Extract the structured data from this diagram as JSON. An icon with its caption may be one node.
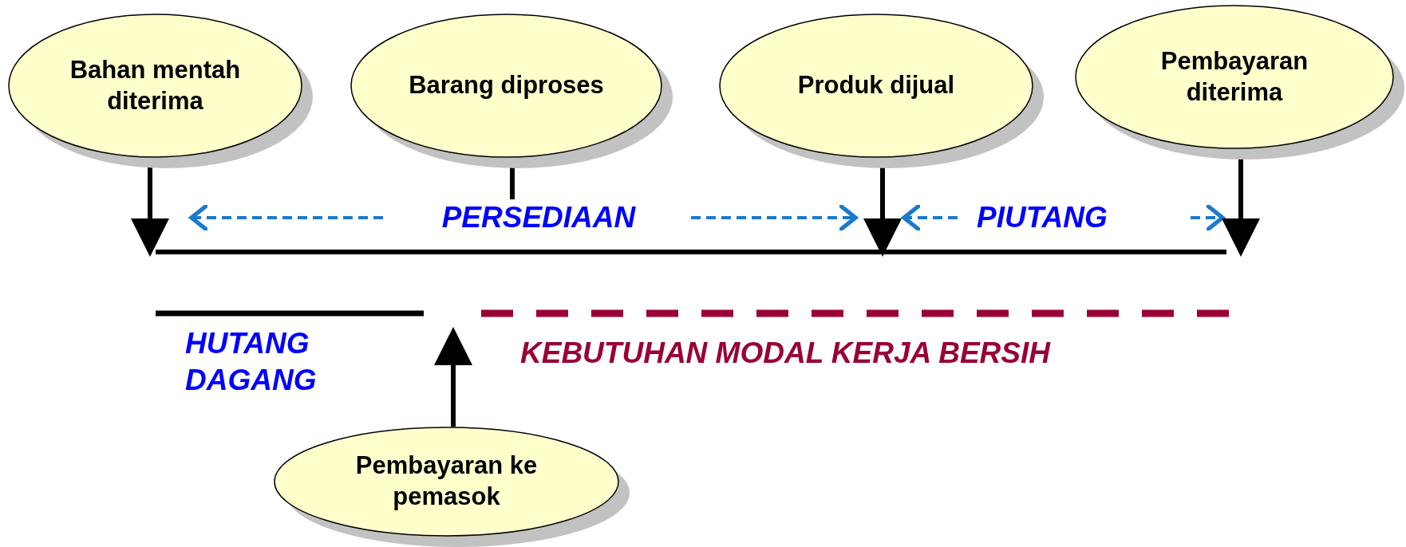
{
  "diagram": {
    "nodes": [
      {
        "text": [
          "Bahan mentah diterima"
        ]
      },
      {
        "text": [
          "Barang diproses"
        ]
      },
      {
        "text": [
          "Produk dijual"
        ]
      },
      {
        "text": [
          "Pembayaran diterima"
        ]
      },
      {
        "text": [
          "Pembayaran ke pemasok"
        ]
      },
      {
        "text": [
          "PERSEDIAAN"
        ]
      }
    ],
    "edges": [
      {
        "from": 0,
        "to": null,
        "arrow": "to"
      },
      {
        "from": 1,
        "to": 5,
        "arrow": "none"
      },
      {
        "from": 2,
        "to": null,
        "arrow": "to"
      },
      {
        "from": 3,
        "to": null,
        "arrow": "to"
      },
      {
        "from": 4,
        "to": null,
        "arrow": "to"
      }
    ],
    "labels": [
      "PIUTANG",
      "HUTANG DAGANG",
      "KEBUTUHAN MODAL KERJA BERSIH"
    ]
  }
}
